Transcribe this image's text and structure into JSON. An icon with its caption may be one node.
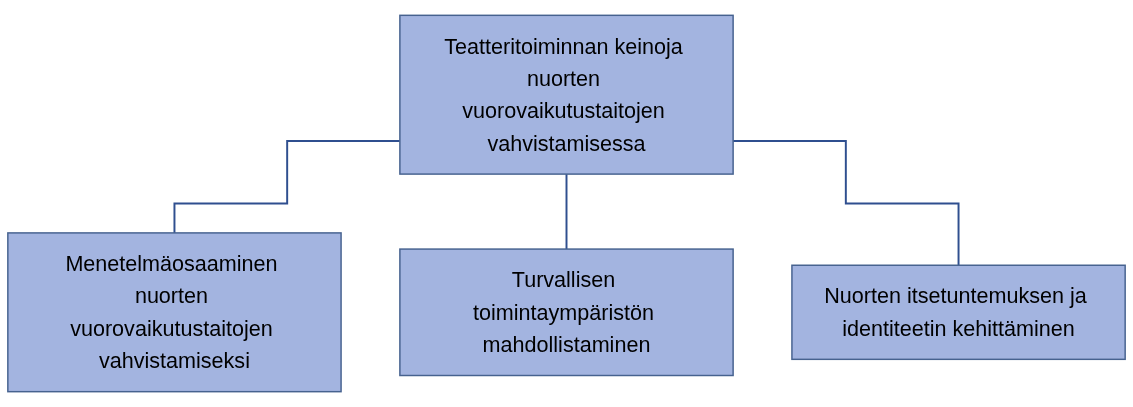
{
  "diagram": {
    "nodes": [
      {
        "text": [
          "Teatteritoiminnan keinoja nuorten vuorovaikutustaitojen vahvistamisessa"
        ]
      },
      {
        "text": [
          "Menetelmäosaaminen nuorten vuorovaikutustaitojen vahvistamiseksi"
        ]
      },
      {
        "text": [
          "Turvallisen toimintaympäristön mahdollistaminen"
        ]
      },
      {
        "text": [
          "Nuorten itsetuntemuksen ja identiteetin kehittäminen"
        ]
      }
    ],
    "edges": [
      {
        "from": 0,
        "to": 1,
        "arrow": "none"
      },
      {
        "from": 0,
        "to": 2,
        "arrow": "none"
      },
      {
        "from": 0,
        "to": 3,
        "arrow": "none"
      }
    ]
  }
}
